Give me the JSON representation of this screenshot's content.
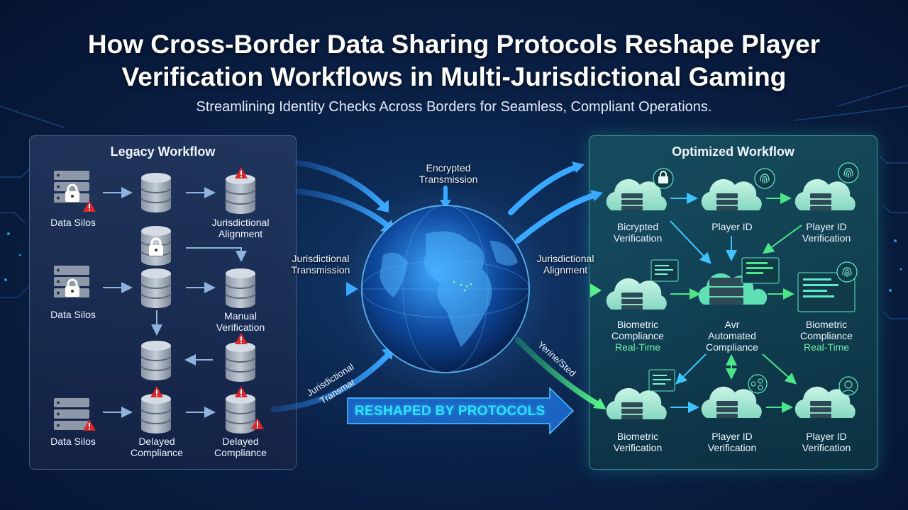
{
  "header": {
    "title_line1": "How Cross-Border Data Sharing Protocols Reshape Player",
    "title_line2": "Verification Workflows in Multi-Jurisdictional Gaming",
    "subtitle": "Streamlining Identity Checks Across Borders for Seamless, Compliant Operations."
  },
  "legacy": {
    "title": "Legacy Workflow",
    "labels": {
      "silos1": "Data Silos",
      "silos2": "Data Silos",
      "silos3": "Data Silos",
      "jur_align_1": "Jurisdictional",
      "jur_align_2": "Alignment",
      "manual_1": "Manual",
      "manual_2": "Verification",
      "delayed_a_1": "Delayed",
      "delayed_a_2": "Compliance",
      "delayed_b_1": "Delayed",
      "delayed_b_2": "Compliance"
    }
  },
  "center": {
    "encrypted_1": "Encrypted",
    "encrypted_2": "Transmission",
    "jur_trans_1": "Jurisdictional",
    "jur_trans_2": "Transmission",
    "jur_align_1": "Jurisdictional",
    "jur_align_2": "Alignment",
    "jur_transmar_1": "Jurisdictional",
    "jur_transmar_2": "Transmar",
    "vertical_text": "Yerine/Sted",
    "banner": "RESHAPED BY PROTOCOLS"
  },
  "optimized": {
    "title": "Optimized Workflow",
    "labels": {
      "bicrypted_1": "Bicrypted",
      "bicrypted_2": "Verification",
      "player_id_top": "Player ID",
      "pid_verif_top_1": "Player ID",
      "pid_verif_top_2": "Verification",
      "bio_comp_l_1": "Biometric",
      "bio_comp_l_2": "Compliance",
      "bio_comp_l_3": "Real-Time",
      "auto_1": "Avr",
      "auto_2": "Automated",
      "auto_3": "Compliance",
      "bio_comp_r_1": "Biometric",
      "bio_comp_r_2": "Compliance",
      "bio_comp_r_3": "Real-Time",
      "bio_verif_1": "Biometric",
      "bio_verif_2": "Verification",
      "pid_verif_mid_1": "Player ID",
      "pid_verif_mid_2": "Verification",
      "pid_verif_r_1": "Player ID",
      "pid_verif_r_2": "Verification"
    }
  },
  "colors": {
    "accent_blue": "#2f9bff",
    "accent_green": "#3ee37a",
    "warning_red": "#e0262b",
    "server_gray": "#9ca6b5",
    "cloud_mint": "#a9ecd6"
  }
}
